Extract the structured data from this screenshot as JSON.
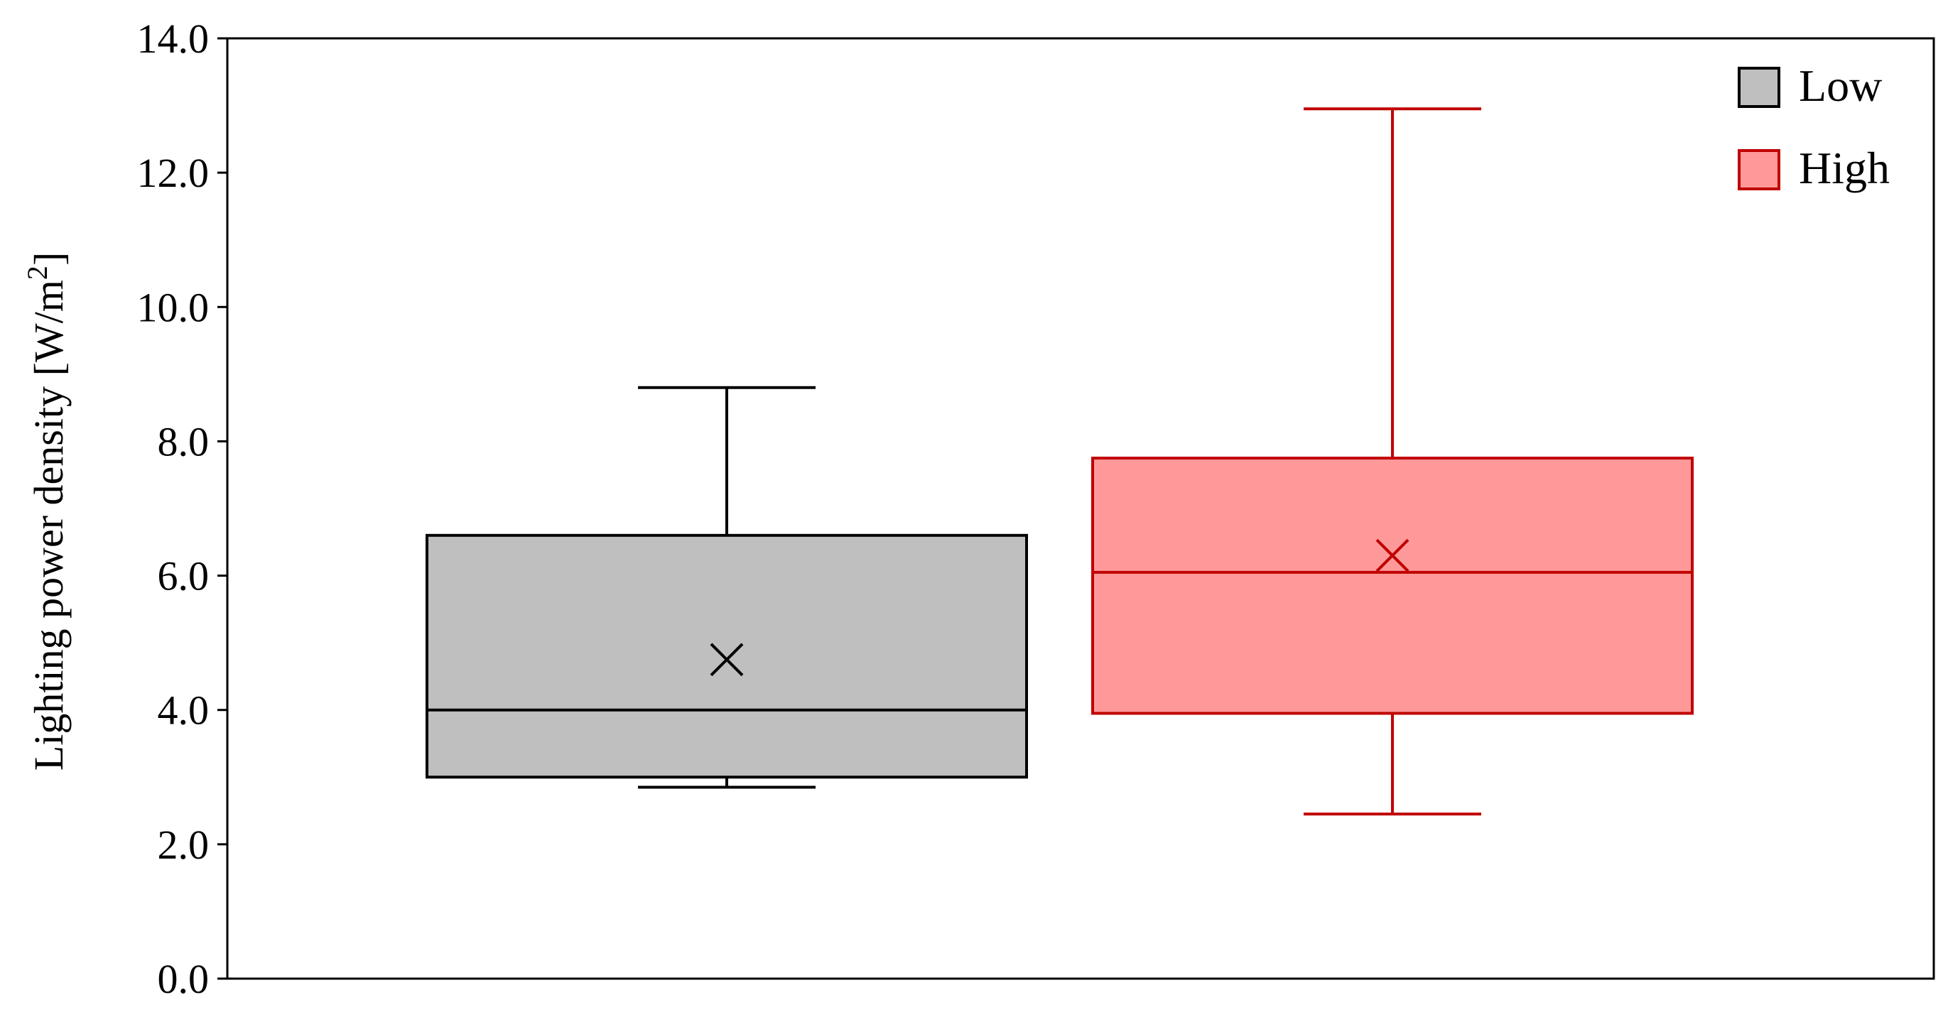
{
  "chart_data": {
    "type": "box",
    "ylabel": "Lighting power density [W/m",
    "ylabel_sup": "2",
    "ylabel_close": "]",
    "ylim": [
      0,
      14
    ],
    "yticks": [
      "0.0",
      "2.0",
      "4.0",
      "6.0",
      "8.0",
      "10.0",
      "12.0",
      "14.0"
    ],
    "grid": false,
    "legend_position": "top-right",
    "series": [
      {
        "name": "Low",
        "min": 2.85,
        "q1": 3.0,
        "median": 4.0,
        "q3": 6.6,
        "max": 8.8,
        "mean": 4.75,
        "color": "#000000",
        "fill": "#bfbfbf"
      },
      {
        "name": "High",
        "min": 2.45,
        "q1": 3.95,
        "median": 6.05,
        "q3": 7.75,
        "max": 12.95,
        "mean": 6.3,
        "color": "#c00000",
        "fill": "#ff9999"
      }
    ]
  }
}
